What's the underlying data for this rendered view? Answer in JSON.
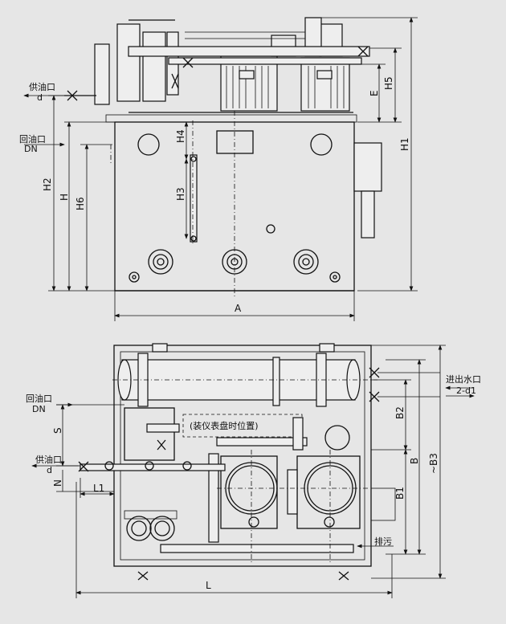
{
  "labels": {
    "supply_oil_port": "供油口",
    "supply_oil_d": "d",
    "return_oil_port": "回油口",
    "return_oil_dn": "DN",
    "supply_oil_port_2": "供油口",
    "supply_oil_d_2": "d",
    "return_oil_port_2": "回油口",
    "return_oil_dn_2": "DN",
    "water_inlet_outlet": "进出水口",
    "water_port_count": "2-d1",
    "drain": "排污",
    "gauge_position": "(装仪表盘时位置)"
  },
  "dimensions": {
    "H1": "H1",
    "H2": "H2",
    "H": "H",
    "H6": "H6",
    "H4": "H4",
    "H3": "H3",
    "H5": "H5",
    "E": "E",
    "A": "A",
    "B2": "B2",
    "B": "B",
    "B1": "B1",
    "B3": "~B3",
    "S": "S",
    "N": "N",
    "L1": "L1",
    "L": "L"
  }
}
